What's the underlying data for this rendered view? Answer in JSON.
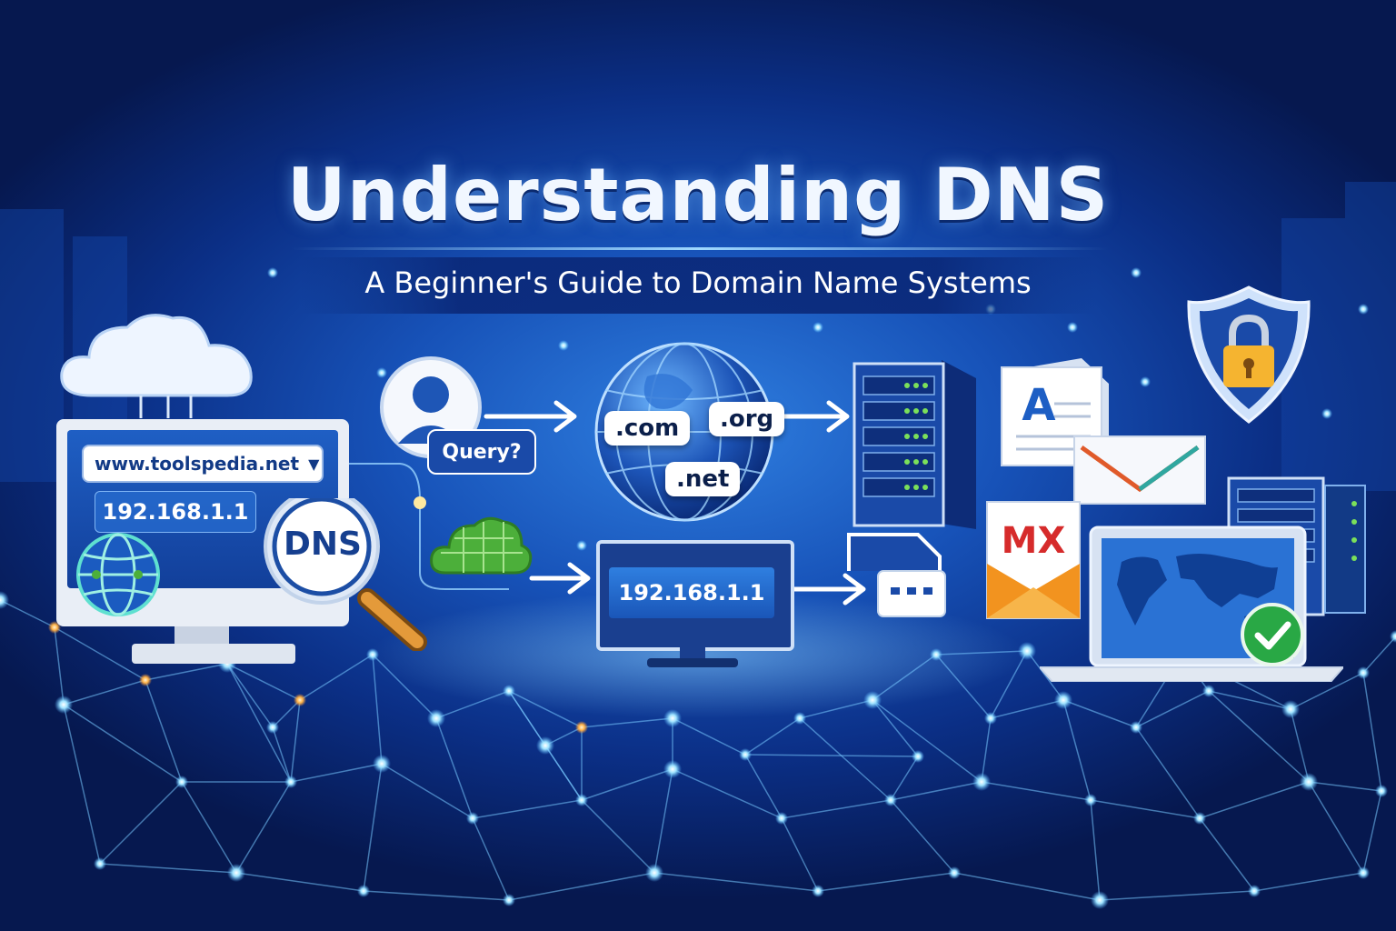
{
  "title": "Understanding DNS",
  "subtitle": "A Beginner's Guide to Domain Name Systems",
  "browser": {
    "url": "www.toolspedia.net",
    "ip": "192.168.1.1"
  },
  "magnifier_label": "DNS",
  "query_label": "Query?",
  "tlds": [
    ".com",
    ".org",
    ".net"
  ],
  "resolved_ip": "192.168.1.1",
  "records": {
    "a_record": "A",
    "mx_record": "MX"
  },
  "icons": [
    "cloud-icon",
    "user-icon",
    "globe-icon",
    "server-rack-icon",
    "shield-lock-icon",
    "document-icon",
    "envelope-icon",
    "laptop-icon",
    "checkmark-icon",
    "magnifier-icon"
  ],
  "colors": {
    "background": "#0b2f86",
    "accent": "#2f7fe0",
    "green": "#4caf3a",
    "orange": "#f2931f",
    "mx_red": "#d62b2b"
  }
}
